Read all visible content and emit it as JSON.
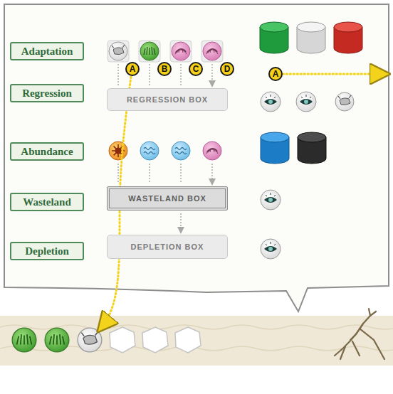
{
  "diagram": {
    "nodes": [
      {
        "text": [
          "Adaptation"
        ]
      },
      {
        "text": [
          "Regression"
        ]
      },
      {
        "text": [
          "Abundance"
        ]
      },
      {
        "text": [
          "Wasteland"
        ]
      },
      {
        "text": [
          "Depletion"
        ]
      },
      {
        "text": [
          "REGRESSION BOX"
        ]
      },
      {
        "text": [
          "WASTELAND BOX"
        ]
      },
      {
        "text": [
          "DEPLETION BOX"
        ]
      }
    ],
    "labels": [
      "A",
      "B",
      "C",
      "D",
      "A"
    ]
  }
}
